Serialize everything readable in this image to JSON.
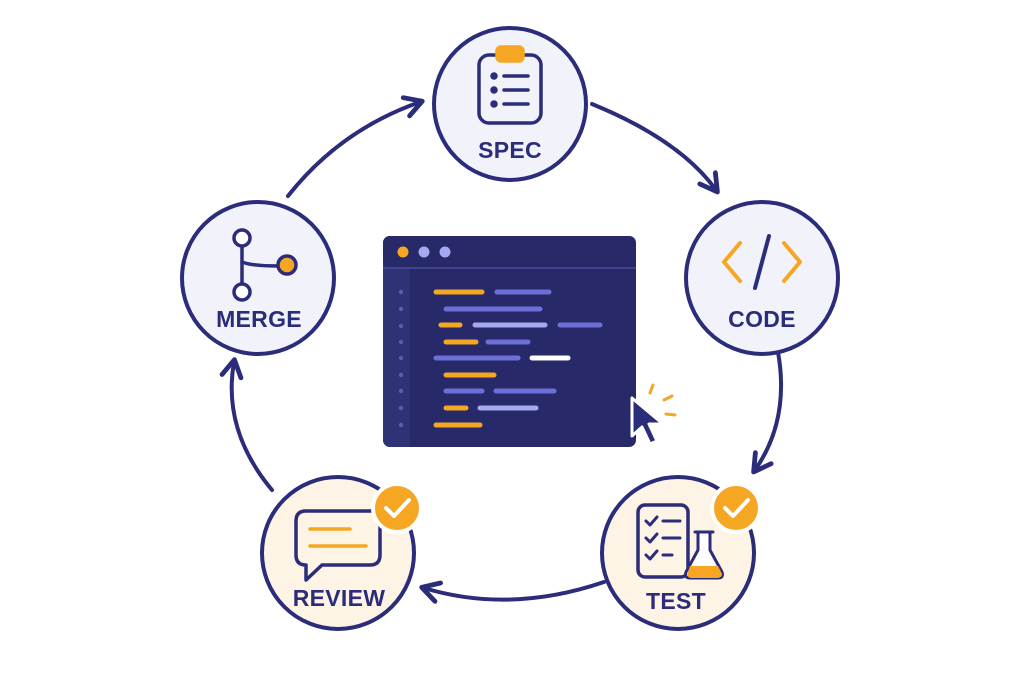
{
  "colors": {
    "navy": "#2b2c7a",
    "orange": "#f5a623",
    "node_fill": "#f2f2fb",
    "node_fill_warm": "#fdf4e6",
    "editor_bg": "#272969",
    "editor_gutter": "#303276",
    "code_purple": "#6d6fd8",
    "code_lavender": "#a6a8f2",
    "code_white": "#ffffff"
  },
  "nodes": {
    "spec": {
      "label": "SPEC",
      "icon": "clipboard-icon"
    },
    "code": {
      "label": "CODE",
      "icon": "code-brackets-icon"
    },
    "test": {
      "label": "TEST",
      "icon": "checklist-flask-icon",
      "status": "check-badge-icon"
    },
    "review": {
      "label": "REVIEW",
      "icon": "chat-bubble-icon",
      "status": "check-badge-icon"
    },
    "merge": {
      "label": "MERGE",
      "icon": "git-branch-icon"
    }
  },
  "cycle_order": [
    "SPEC",
    "CODE",
    "TEST",
    "REVIEW",
    "MERGE"
  ],
  "editor": {
    "window_dots": [
      "orange",
      "lavender",
      "lavender"
    ],
    "cursor_icon": "mouse-pointer-click-icon"
  }
}
